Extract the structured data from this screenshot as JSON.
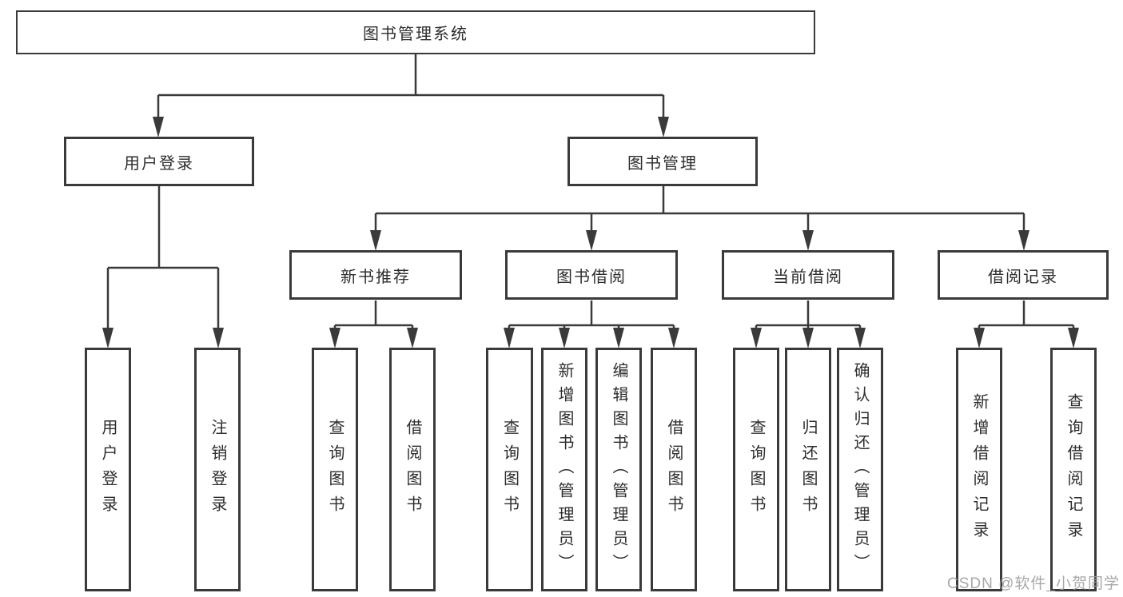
{
  "colors": {
    "line": "#3a3a3a",
    "text": "#2d2d2d",
    "background": "#ffffff",
    "watermark": "#9e9e9e"
  },
  "watermark": "CSDN @软件_小贺同学",
  "nodes": {
    "root": "图书管理系统",
    "user_login": "用户登录",
    "book_mgmt": "图书管理",
    "new_book_rec": "新书推荐",
    "book_borrow": "图书借阅",
    "current_borrow": "当前借阅",
    "borrow_records": "借阅记录",
    "ul_login": "用户登录",
    "ul_logout": "注销登录",
    "nbr_query": "查询图书",
    "nbr_borrow": "借阅图书",
    "bb_query": "查询图书",
    "bb_add": "新增图书（管理员）",
    "bb_edit": "编辑图书（管理员）",
    "bb_borrow": "借阅图书",
    "cb_query": "查询图书",
    "cb_return": "归还图书",
    "cb_confirm": "确认归还（管理员）",
    "br_add": "新增借阅记录",
    "br_query": "查询借阅记录"
  },
  "hierarchy": {
    "图书管理系统": {
      "用户登录": [
        "用户登录",
        "注销登录"
      ],
      "图书管理": {
        "新书推荐": [
          "查询图书",
          "借阅图书"
        ],
        "图书借阅": [
          "查询图书",
          "新增图书（管理员）",
          "编辑图书（管理员）",
          "借阅图书"
        ],
        "当前借阅": [
          "查询图书",
          "归还图书",
          "确认归还（管理员）"
        ],
        "借阅记录": [
          "新增借阅记录",
          "查询借阅记录"
        ]
      }
    }
  }
}
